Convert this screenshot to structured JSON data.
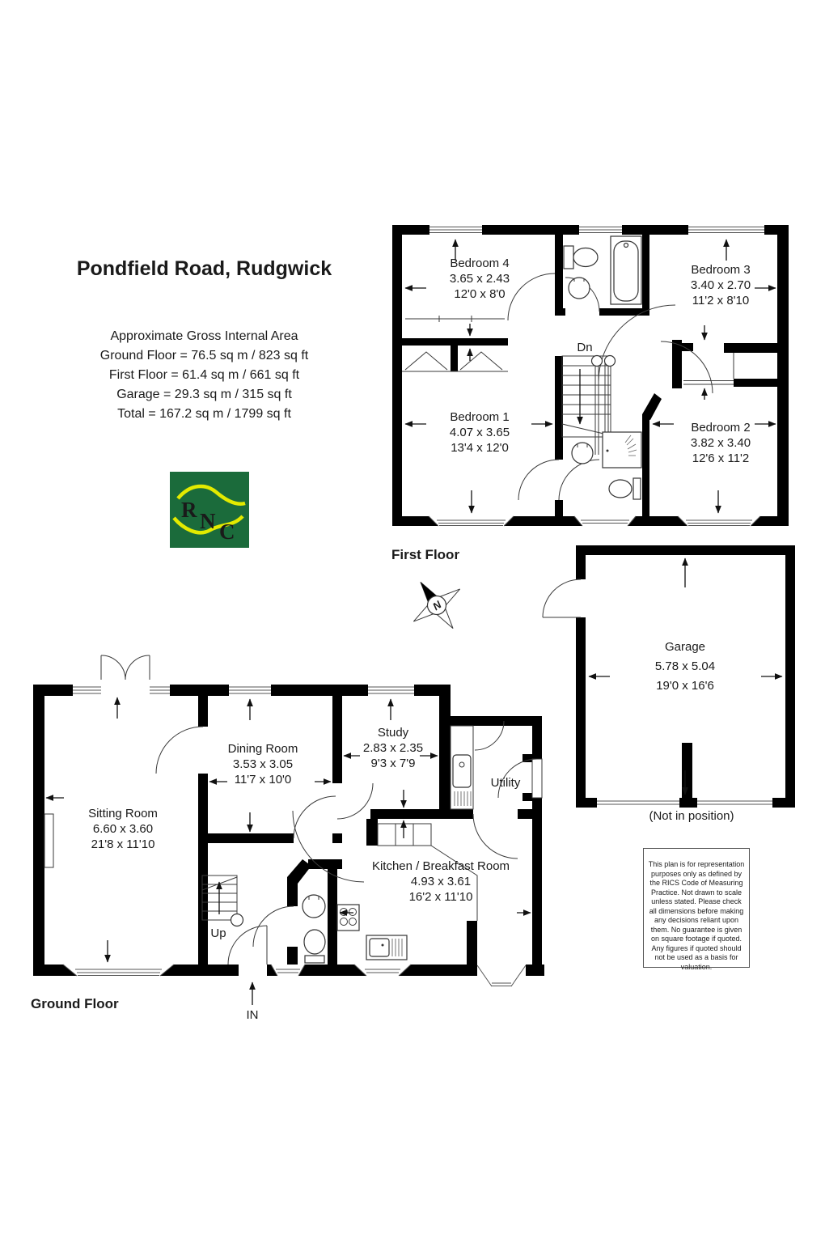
{
  "title": "Pondfield Road, Rudgwick",
  "areas": {
    "heading": "Approximate Gross Internal Area",
    "lines": [
      "Ground Floor = 76.5 sq m / 823 sq ft",
      "First Floor = 61.4 sq m / 661 sq ft",
      "Garage = 29.3 sq m / 315 sq ft",
      "Total = 167.2 sq m / 1799 sq ft"
    ]
  },
  "floors": {
    "first": "First Floor",
    "ground": "Ground Floor"
  },
  "rooms": {
    "bedroom1": {
      "name": "Bedroom 1",
      "metric": "4.07 x 3.65",
      "imperial": "13'4 x 12'0"
    },
    "bedroom2": {
      "name": "Bedroom 2",
      "metric": "3.82 x 3.40",
      "imperial": "12'6 x 11'2"
    },
    "bedroom3": {
      "name": "Bedroom 3",
      "metric": "3.40 x 2.70",
      "imperial": "11'2 x 8'10"
    },
    "bedroom4": {
      "name": "Bedroom 4",
      "metric": "3.65 x 2.43",
      "imperial": "12'0 x 8'0"
    },
    "sitting": {
      "name": "Sitting Room",
      "metric": "6.60 x 3.60",
      "imperial": "21'8 x 11'10"
    },
    "dining": {
      "name": "Dining Room",
      "metric": "3.53 x 3.05",
      "imperial": "11'7 x 10'0"
    },
    "study": {
      "name": "Study",
      "metric": "2.83 x 2.35",
      "imperial": "9'3 x 7'9"
    },
    "kitchen": {
      "name": "Kitchen / Breakfast Room",
      "metric": "4.93 x 3.61",
      "imperial": "16'2 x 11'10"
    },
    "utility": {
      "name": "Utility"
    }
  },
  "garage": {
    "name": "Garage",
    "metric": "5.78 x 5.04",
    "imperial": "19'0 x 16'6",
    "note": "(Not in position)"
  },
  "stairs": {
    "down": "Dn",
    "up": "Up"
  },
  "entrance_label": "IN",
  "compass": {
    "north": "N"
  },
  "logo": {
    "l1": "R",
    "l2": "N",
    "l3": "C",
    "green": "#1b6b3b",
    "yellow": "#e3ea00"
  },
  "disclaimer": "This plan is for representation purposes only as defined by the RICS Code of Measuring Practice. Not drawn to scale unless stated. Please check all dimensions before making any decisions reliant upon them. No guarantee is given on square footage if quoted. Any figures if quoted should not be used as a basis for valuation."
}
